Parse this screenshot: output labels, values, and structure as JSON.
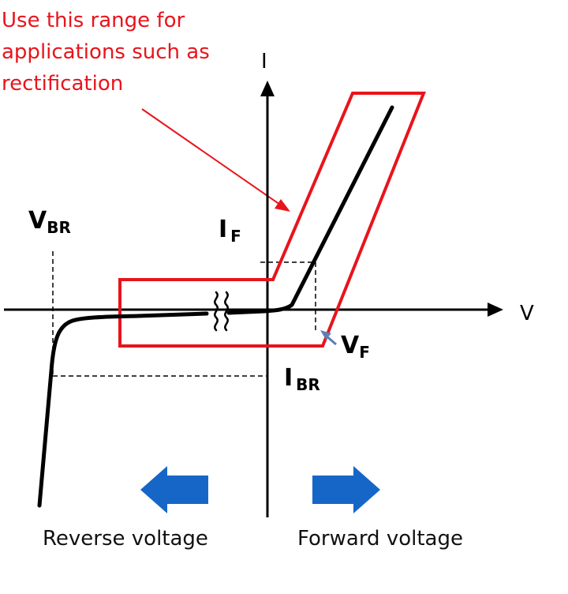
{
  "annotation": {
    "lines": [
      "Use this range for",
      "applications such as",
      "rectification"
    ]
  },
  "axes": {
    "y_label": "I",
    "x_label": "V"
  },
  "labels": {
    "vbr": {
      "main": "V",
      "sub": "BR"
    },
    "if": {
      "main": "I",
      "sub": "F"
    },
    "vf": {
      "main": "V",
      "sub": "F"
    },
    "ibr": {
      "main": "I",
      "sub": "BR"
    }
  },
  "arrows": {
    "reverse": "Reverse voltage",
    "forward": "Forward voltage"
  },
  "colors": {
    "highlight": "#e8141c",
    "curve": "#000000",
    "arrow_fill": "#1666c8",
    "pointer": "#5b7fb5"
  }
}
